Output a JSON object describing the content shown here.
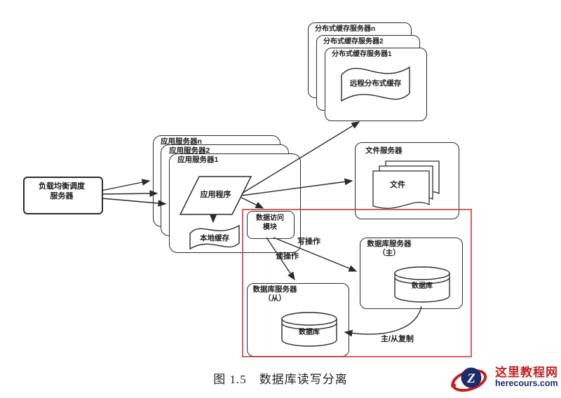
{
  "caption": "图 1.5　数据库读写分离",
  "diagram": {
    "load_balancer": {
      "line1": "负载均衡调度",
      "line2": "服务器"
    },
    "app_servers": {
      "server_n": "应用服务器n",
      "server_2": "应用服务器2",
      "server_1": "应用服务器1",
      "application": "应用程序",
      "local_cache": "本地缓存",
      "module_line1": "数据访问",
      "module_line2": "模块"
    },
    "cache_servers": {
      "server_n": "分布式缓存服务器n",
      "server_2": "分布式缓存服务器2",
      "server_1": "分布式缓存服务器1",
      "remote_cache": "远程分布式缓存"
    },
    "file_server": {
      "title": "文件服务器",
      "files": "文件"
    },
    "db_master": {
      "title": "数据库服务器",
      "role": "（主）",
      "database": "数据库"
    },
    "db_slave": {
      "title": "数据库服务器",
      "role": "（从）",
      "database": "数据库"
    },
    "edges": {
      "write": "写操作",
      "read": "读操作",
      "replication": "主/从复制"
    }
  },
  "colors": {
    "line": "#2a2a2a",
    "highlight_red": "#c23b3b"
  },
  "watermark": {
    "site_name": "这里教程网",
    "site_url": "herecours.com",
    "logo_letter": "Z",
    "accent_red": "#c41f1f",
    "navy": "#1c2b6b"
  }
}
